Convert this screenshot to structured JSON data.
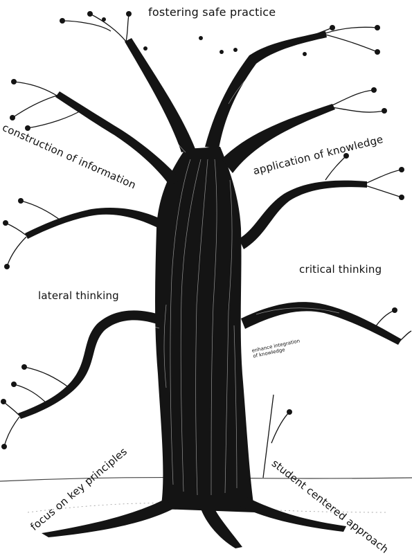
{
  "labels": {
    "top": "fostering safe practice",
    "upper_left": "construction of information",
    "upper_right": "application of knowledge",
    "mid_right": "critical thinking",
    "mid_left": "lateral thinking",
    "small_note": "enhance integration of knowledge",
    "bottom_left": "focus on key principles",
    "bottom_right": "student centered approach"
  },
  "colors": {
    "ink": "#111111",
    "background": "#ffffff"
  }
}
